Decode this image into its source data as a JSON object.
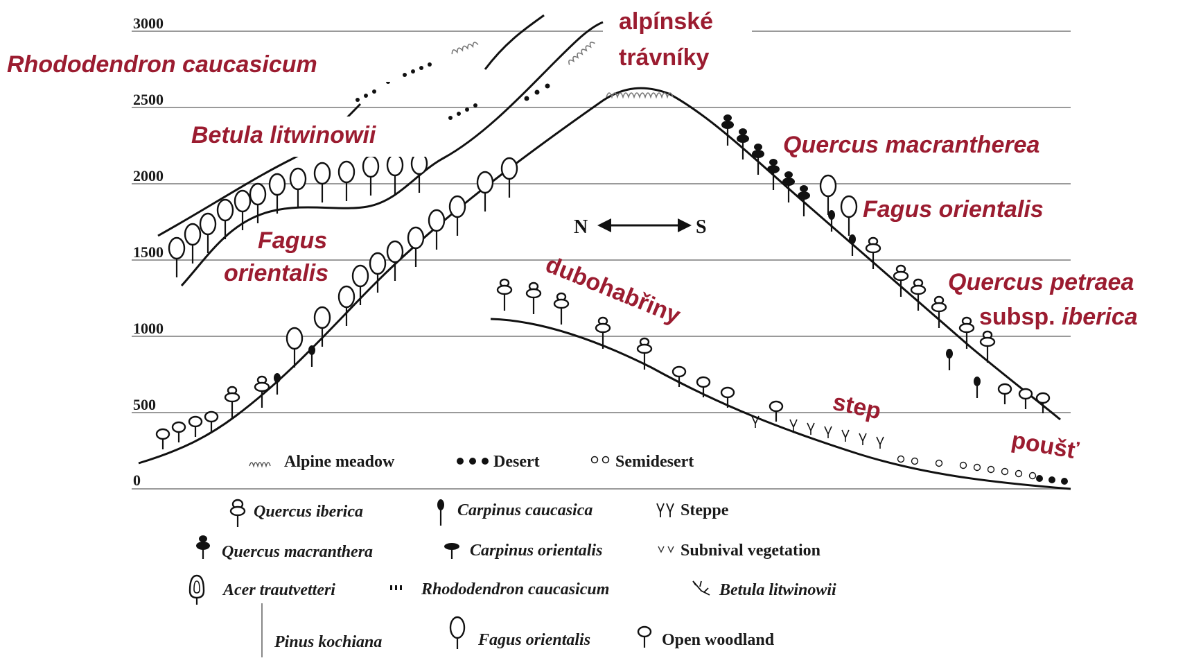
{
  "y_axis": {
    "ticks": [
      "3000",
      "2500",
      "2000",
      "1500",
      "1000",
      "500",
      "0"
    ]
  },
  "labels": {
    "alpine_meadows_cz_line1": "alpínské",
    "alpine_meadows_cz_line2": "trávníky",
    "rhododendron": "Rhododendron caucasicum",
    "betula": "Betula litwinowii",
    "fagus_north_line1": "Fagus",
    "fagus_north_line2": "orientalis",
    "quercus_macranthera": "Quercus macrantherea",
    "fagus_south": "Fagus orientalis",
    "quercus_petraea_line1": "Quercus petraea",
    "quercus_petraea_line2_prefix": "subsp. ",
    "quercus_petraea_line2_italic": "iberica",
    "oak_hornbeam": "dubohabřiny",
    "steppe_cz": "step",
    "desert_cz": "poušť",
    "direction_n": "N",
    "direction_s": "S"
  },
  "legend_top": [
    {
      "label": "Alpine meadow",
      "icon": "alpine-meadow-icon"
    },
    {
      "label": "Desert",
      "icon": "desert-dots-icon"
    },
    {
      "label": "Semidesert",
      "icon": "semidesert-circles-icon"
    }
  ],
  "legend": [
    {
      "label": "Quercus iberica",
      "icon": "quercus-iberica-icon",
      "italic": true
    },
    {
      "label": "Carpinus caucasica",
      "icon": "carpinus-caucasica-icon",
      "italic": true
    },
    {
      "label": "Steppe",
      "icon": "steppe-icon",
      "italic": false
    },
    {
      "label": "Quercus macranthera",
      "icon": "quercus-macranthera-icon",
      "italic": true
    },
    {
      "label": "Carpinus  orientalis",
      "icon": "carpinus-orientalis-icon",
      "italic": true
    },
    {
      "label": "Subnival vegetation",
      "icon": "subnival-icon",
      "italic": false
    },
    {
      "label": "Acer trautvetteri",
      "icon": "acer-icon",
      "italic": true
    },
    {
      "label": "Rhododendron caucasicum",
      "icon": "rhododendron-icon",
      "italic": true
    },
    {
      "label": "Betula litwinowii",
      "icon": "betula-icon",
      "italic": true
    },
    {
      "label": "Pinus kochiana",
      "icon": "pinus-icon",
      "italic": true
    },
    {
      "label": "Fagus orientalis",
      "icon": "fagus-icon",
      "italic": true
    },
    {
      "label": "Open woodland",
      "icon": "open-woodland-icon",
      "italic": false
    }
  ],
  "colors": {
    "annotation_red": "#9b1c30",
    "ink": "#111111",
    "gridline": "#9a9a9a"
  }
}
